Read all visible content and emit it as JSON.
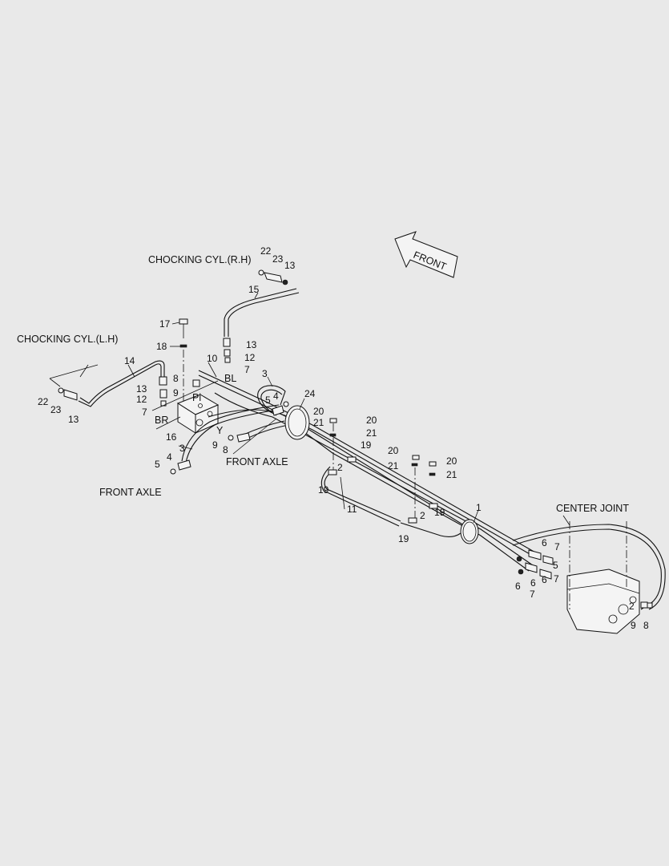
{
  "captions": {
    "chocking_rh": "CHOCKING CYL.(R.H)",
    "chocking_lh": "CHOCKING CYL.(L.H)",
    "front_axle_1": "FRONT AXLE",
    "front_axle_2": "FRONT AXLE",
    "center_joint": "CENTER JOINT",
    "front_arrow": "FRONT",
    "port_pi": "Pi",
    "port_bl": "BL",
    "port_br": "BR",
    "port_y": "Y"
  },
  "callouts": [
    "22",
    "23",
    "13",
    "15",
    "17",
    "18",
    "13",
    "12",
    "7",
    "10",
    "8",
    "9",
    "14",
    "13",
    "12",
    "7",
    "22",
    "23",
    "13",
    "16",
    "3",
    "5",
    "4",
    "3",
    "4",
    "5",
    "24",
    "20",
    "21",
    "20",
    "21",
    "19",
    "2",
    "19",
    "11",
    "20",
    "21",
    "20",
    "21",
    "19",
    "2",
    "19",
    "1",
    "6",
    "7",
    "5",
    "6",
    "7",
    "6",
    "9",
    "8",
    "2",
    "9",
    "8",
    "6",
    "7"
  ]
}
